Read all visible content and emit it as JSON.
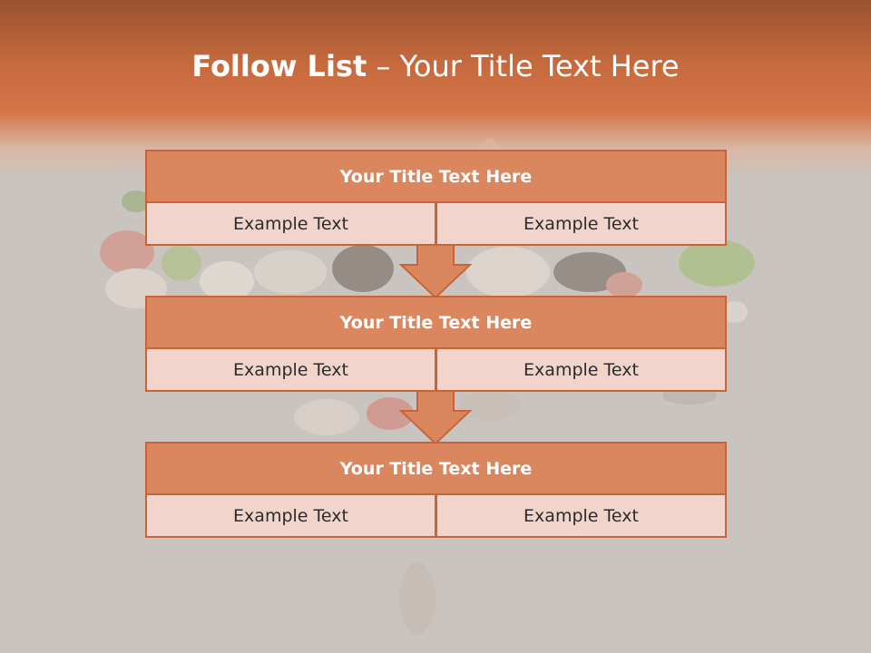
{
  "slide": {
    "title_bold": "Follow List",
    "title_rest": " – Your Title Text Here"
  },
  "steps": [
    {
      "title": "Your Title Text Here",
      "left": "Example Text",
      "right": "Example Text"
    },
    {
      "title": "Your Title Text Here",
      "left": "Example Text",
      "right": "Example Text"
    },
    {
      "title": "Your Title Text Here",
      "left": "Example Text",
      "right": "Example Text"
    }
  ],
  "colors": {
    "accent": "#d47648",
    "header_fill": "#da8760",
    "cell_fill": "#f1d5cb",
    "border": "#c86438",
    "background": "#c9c4bf"
  }
}
